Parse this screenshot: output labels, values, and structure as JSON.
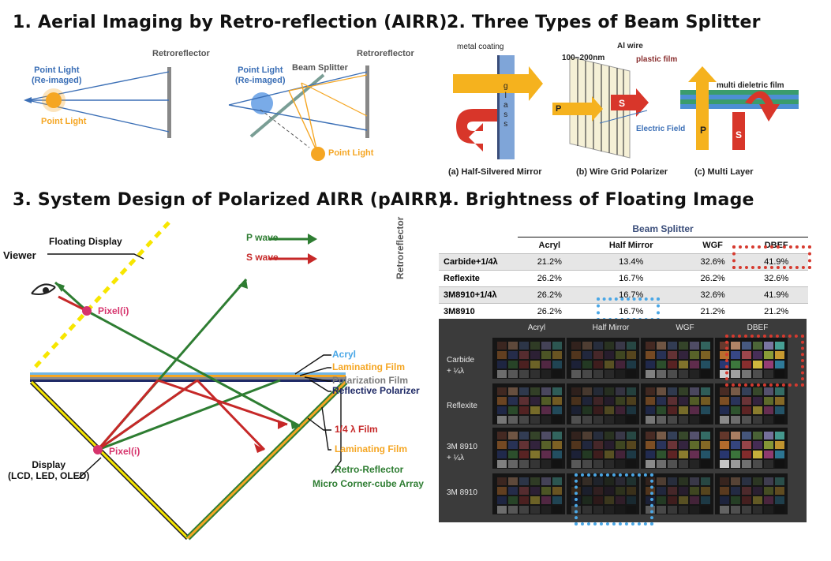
{
  "sections": {
    "s1_title": "1. Aerial Imaging by Retro-reflection (AIRR)",
    "s2_title": "2. Three Types of Beam Splitter",
    "s3_title": "3. System Design of Polarized AIRR (pAIRR)",
    "s4_title": "4. Brightness of Floating Image"
  },
  "airr": {
    "retro_left": "Retroreflector",
    "retro_right": "Retroreflector",
    "point_light_reimaged_1": "Point Light",
    "reimaged_1": "(Re-imaged)",
    "point_light_1": "Point Light",
    "point_light_reimaged_2": "Point Light",
    "reimaged_2": "(Re-imaged)",
    "beam_splitter": "Beam Splitter",
    "point_light_2": "Point Light"
  },
  "splitters": {
    "metal_coating": "metal coating",
    "glass_letters": [
      "g",
      "l",
      "a",
      "s",
      "s"
    ],
    "al_wire": "Al wire",
    "spacing": "100~200nm",
    "plastic_film": "plastic film",
    "electric_field": "Electric Field",
    "p_left": "P",
    "s_mid": "S",
    "multi_film": "multi dieletric film",
    "p_right": "P",
    "s_right": "S",
    "caption_a": "(a) Half-Silvered Mirror",
    "caption_b": "(b) Wire Grid Polarizer",
    "caption_c": "(c) Multi Layer"
  },
  "system": {
    "viewer": "Viewer",
    "floating_display": "Floating Display",
    "p_wave": "P wave",
    "s_wave": "S wave",
    "pixel_top": "Pixel(i)",
    "pixel_bottom": "Pixel(i)",
    "acryl": "Acryl",
    "laminating_top": "Laminating Film",
    "polarization": "Polarization Film",
    "reflective_polarizer": "Reflective Polarizer",
    "quarter_film": "1/4 λ Film",
    "laminating_bottom": "Laminating Film",
    "retro_reflector": "Retro-Reflector",
    "corner_cube": "Micro Corner-cube Array",
    "display": "Display",
    "display_types": "(LCD, LED, OLED)"
  },
  "brightness_table": {
    "group_header": "Beam Splitter",
    "row_axis_label": "Retroreflector",
    "columns": [
      "Acryl",
      "Half Mirror",
      "WGF",
      "DBEF"
    ],
    "rows": [
      {
        "name": "Carbide+1/4λ",
        "values": [
          "21.2%",
          "13.4%",
          "32.6%",
          "41.9%"
        ]
      },
      {
        "name": "Reflexite",
        "values": [
          "26.2%",
          "16.7%",
          "26.2%",
          "32.6%"
        ]
      },
      {
        "name": "3M8910+1/4λ",
        "values": [
          "26.2%",
          "16.7%",
          "32.6%",
          "41.9%"
        ]
      },
      {
        "name": "3M8910",
        "values": [
          "26.2%",
          "16.7%",
          "21.2%",
          "21.2%"
        ]
      }
    ]
  },
  "photo_grid": {
    "columns": [
      "Acryl",
      "Half Mirror",
      "WGF",
      "DBEF"
    ],
    "rows": [
      {
        "line1": "Carbide",
        "line2": "+ ¼λ"
      },
      {
        "line1": "Reflexite",
        "line2": ""
      },
      {
        "line1": "3M 8910",
        "line2": "+ ¼λ"
      },
      {
        "line1": "3M 8910",
        "line2": ""
      }
    ]
  },
  "colors": {
    "p_wave": "#2e7d32",
    "s_wave": "#c62828",
    "highlight_red": "#d63a2f",
    "highlight_blue": "#4aa7e6",
    "pixel": "#d6336c",
    "yellow": "#f5b21e"
  }
}
